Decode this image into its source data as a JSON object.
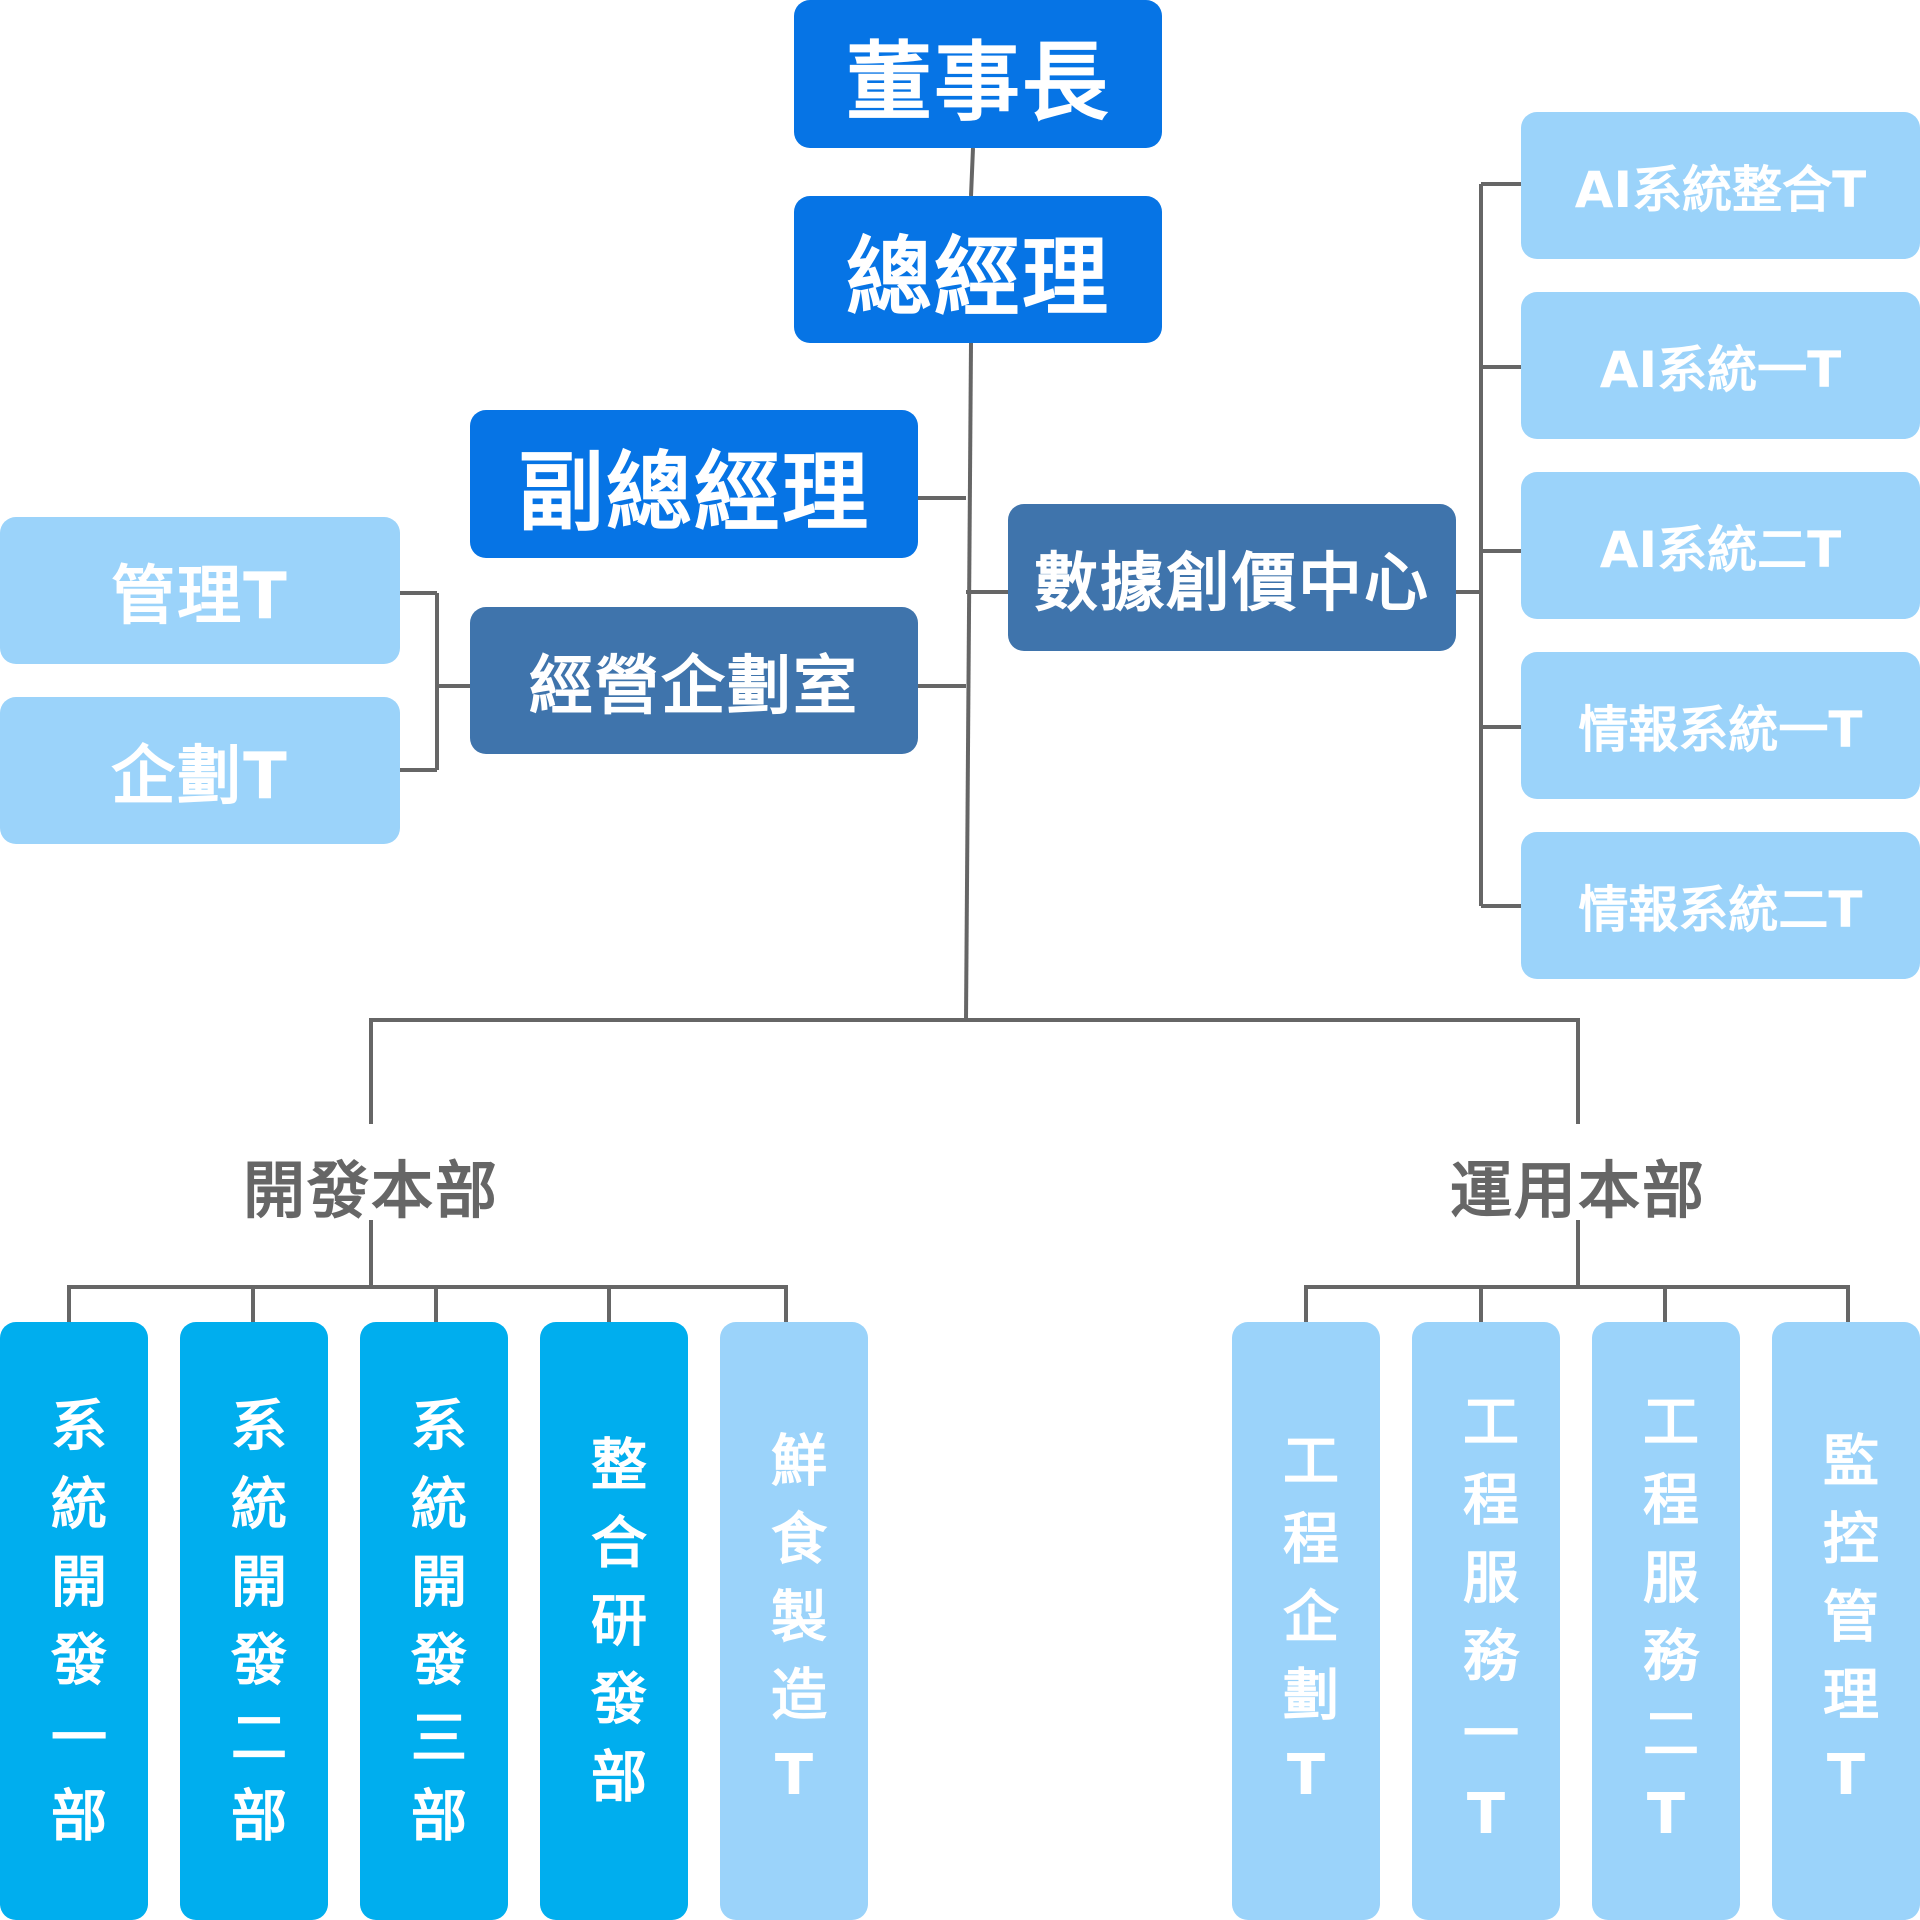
{
  "top": {
    "chairman": "董事長",
    "president": "總經理",
    "vice_president": "副總經理",
    "planning_office": "經營企劃室",
    "data_center": "數據創價中心"
  },
  "planning_teams": [
    "管理T",
    "企劃T"
  ],
  "data_center_teams": [
    "AI系統整合T",
    "AI系統一T",
    "AI系統二T",
    "情報系統一T",
    "情報系統二T"
  ],
  "divisions": {
    "development": {
      "label": "開發本部",
      "units": [
        "系統開發一部",
        "系統開發二部",
        "系統開發三部",
        "整合研發部",
        "鮮食製造T"
      ]
    },
    "operations": {
      "label": "運用本部",
      "units": [
        "工程企劃T",
        "工程服務一T",
        "工程服務二T",
        "監控管理T"
      ]
    }
  },
  "colors": {
    "executive": "#0674E5",
    "office": "#3F74AC",
    "department": "#00AEEE",
    "team": "#9BD3FA",
    "connector": "#666666"
  }
}
